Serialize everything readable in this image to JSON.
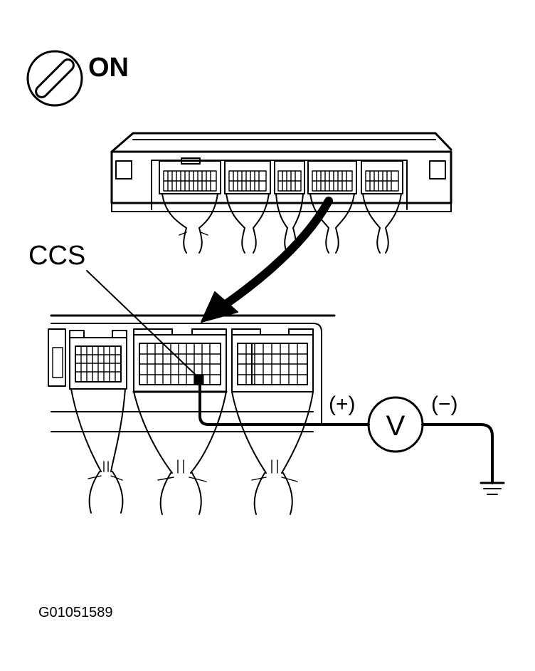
{
  "ignition": {
    "label": "ON",
    "icon": "ignition-switch-icon"
  },
  "probe_label": "CCS",
  "meter": {
    "symbol": "V",
    "positive": "(+)",
    "negative": "(−)"
  },
  "figure_code": "G01051589",
  "colors": {
    "ink": "#000000",
    "background": "#ffffff"
  }
}
